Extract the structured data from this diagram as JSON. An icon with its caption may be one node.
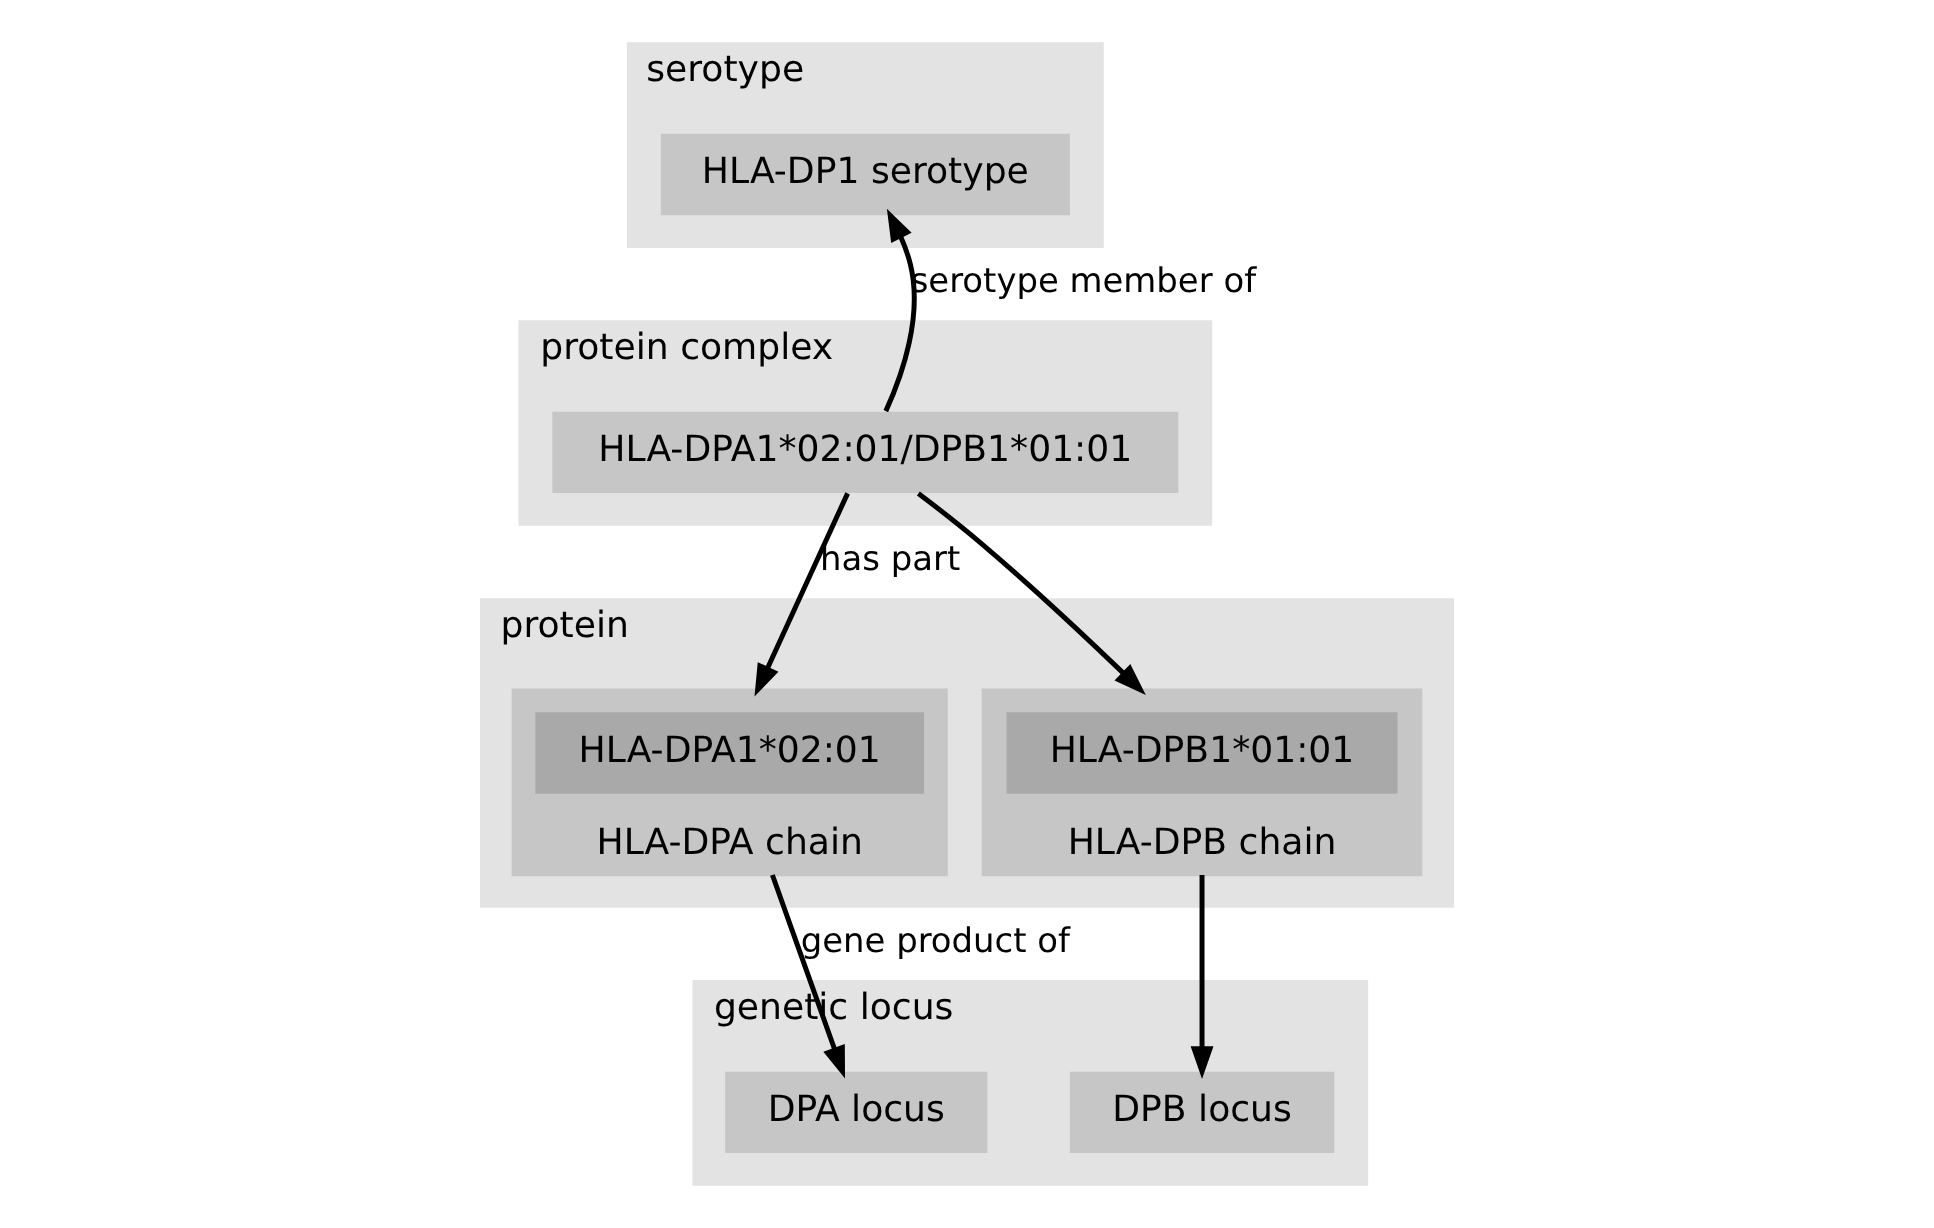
{
  "diagram": {
    "nodes": [
      {
        "text": [
          "serotype"
        ]
      },
      {
        "text": [
          "HLA-DP1 serotype"
        ],
        "in": 0
      },
      {
        "text": [
          "protein complex"
        ]
      },
      {
        "text": [
          "HLA-DPA1*02:01/DPB1*01:01"
        ],
        "in": 2
      },
      {
        "text": [
          "protein"
        ]
      },
      {
        "text": [
          "HLA-DPA chain"
        ],
        "in": 4
      },
      {
        "text": [
          "HLA-DPA1*02:01"
        ],
        "in": 5
      },
      {
        "text": [
          "HLA-DPB chain"
        ],
        "in": 4
      },
      {
        "text": [
          "HLA-DPB1*01:01"
        ],
        "in": 7
      },
      {
        "text": [
          "genetic locus"
        ]
      },
      {
        "text": [
          "DPA locus"
        ],
        "in": 9
      },
      {
        "text": [
          "DPB locus"
        ],
        "in": 9
      }
    ],
    "edges": [
      {
        "from": 3,
        "to": 1,
        "arrow": "to",
        "label": "serotype member of"
      },
      {
        "from": 3,
        "to": 5,
        "arrow": "to",
        "label": "has part"
      },
      {
        "from": 3,
        "to": 7,
        "arrow": "to"
      },
      {
        "from": 5,
        "to": 10,
        "arrow": "to",
        "label": "gene product of"
      },
      {
        "from": 7,
        "to": 11,
        "arrow": "to"
      }
    ]
  }
}
